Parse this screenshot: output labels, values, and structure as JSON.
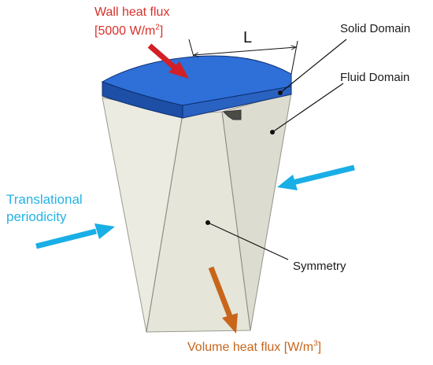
{
  "labels": {
    "wall_heat_flux": "Wall heat flux",
    "wall_heat_flux_value": "[5000 W/m",
    "wall_heat_flux_sup": "2",
    "wall_heat_flux_close": "]",
    "dimension": "L",
    "solid_domain": "Solid Domain",
    "fluid_domain": "Fluid Domain",
    "translational_line1": "Translational",
    "translational_line2": "periodicity",
    "symmetry": "Symmetry",
    "volume_heat_flux": "Volume heat flux [W/m",
    "volume_heat_flux_sup": "3",
    "volume_heat_flux_close": "]"
  },
  "colors": {
    "solid_top": "#2e6fd8",
    "solid_front": "#1d4fa6",
    "solid_edge": "#0e2f6e",
    "fluid_light": "#ebebe2",
    "fluid_shade": "#dcdcd0",
    "wall_arrow": "#d31f26",
    "periodic_arrow": "#19aee6",
    "volume_arrow": "#c8651b",
    "leader": "#111111"
  }
}
